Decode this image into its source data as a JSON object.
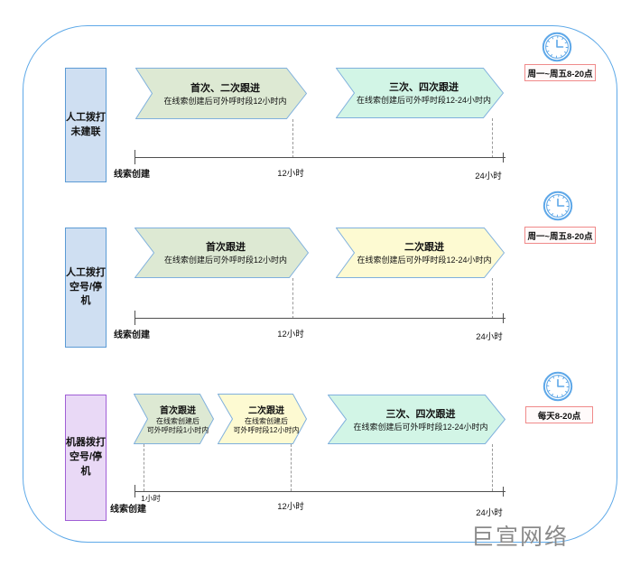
{
  "watermark": "巨宣网络",
  "colors": {
    "accent_blue": "#5b9bd5",
    "outer_border_blue": "#5ea9e8",
    "category_blue_fill": "#cfdff2",
    "category_purple_fill": "#e9d9f6",
    "category_purple_border": "#a05fd6",
    "arrow_green_fill": "#dde9d3",
    "arrow_mint_fill": "#d2f5e6",
    "arrow_yellow_fill": "#fdfad2",
    "arrow_border": "#7fb0dd",
    "schedule_border_red": "#f08a8a",
    "clock_blue": "#5da7e8"
  },
  "rows": [
    {
      "category": [
        "人工拨打",
        "未建联"
      ],
      "schedule": "周一~周五8-20点",
      "arrows": [
        {
          "title": "首次、二次跟进",
          "sub": [
            "在线索创建后可外呼时段12小时内"
          ]
        },
        {
          "title": "三次、四次跟进",
          "sub": [
            "在线索创建后可外呼时段12-24小时内"
          ]
        }
      ],
      "timeline": {
        "origin": "线索创建",
        "t12": "12小时",
        "t24": "24小时"
      }
    },
    {
      "category": [
        "人工拨打",
        "空号/停机"
      ],
      "schedule": "周一~周五8-20点",
      "arrows": [
        {
          "title": "首次跟进",
          "sub": [
            "在线索创建后可外呼时段12小时内"
          ]
        },
        {
          "title": "二次跟进",
          "sub": [
            "在线索创建后可外呼时段12-24小时内"
          ]
        }
      ],
      "timeline": {
        "origin": "线索创建",
        "t12": "12小时",
        "t24": "24小时"
      }
    },
    {
      "category": [
        "机器拨打",
        "空号/停机"
      ],
      "schedule": "每天8-20点",
      "arrows": [
        {
          "title": "首次跟进",
          "sub": [
            "在线索创建后",
            "可外呼时段1小时内"
          ]
        },
        {
          "title": "二次跟进",
          "sub": [
            "在线索创建后",
            "可外呼时段12小时内"
          ]
        },
        {
          "title": "三次、四次跟进",
          "sub": [
            "在线索创建后可外呼时段12-24小时内"
          ]
        }
      ],
      "timeline": {
        "origin": "线索创建",
        "t1": "1小时",
        "t12": "12小时",
        "t24": "24小时"
      }
    }
  ]
}
